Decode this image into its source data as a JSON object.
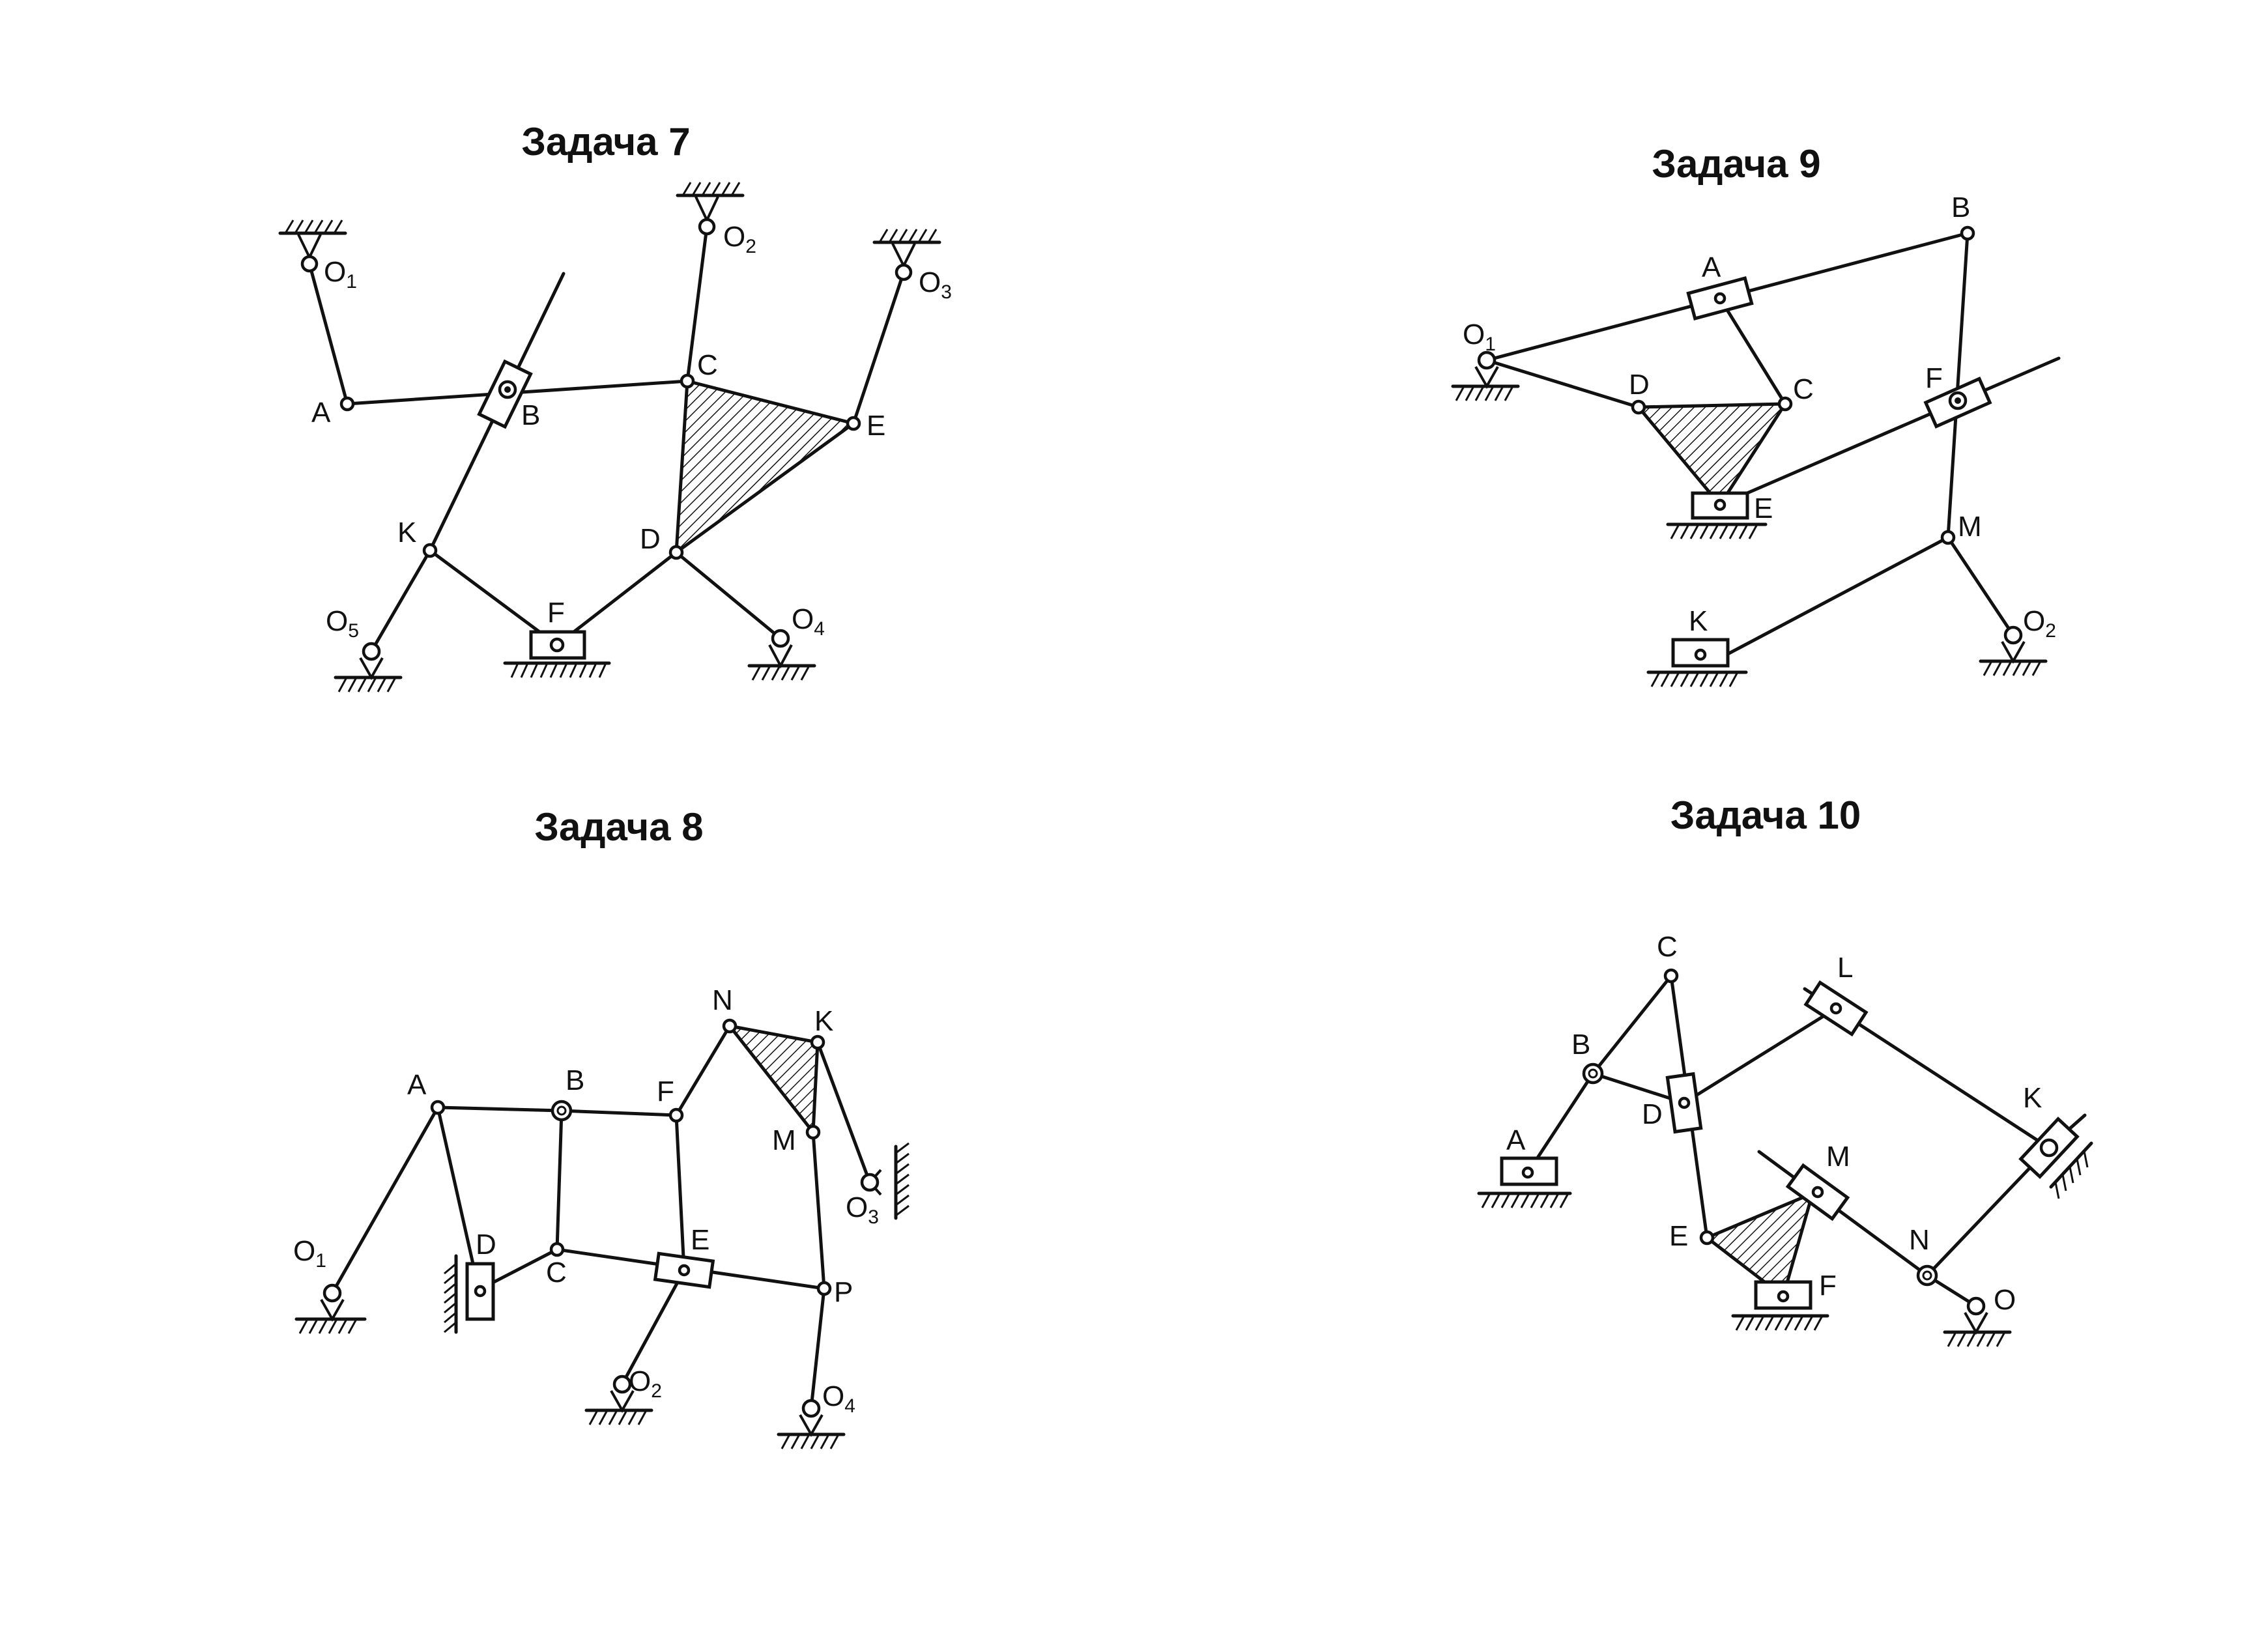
{
  "problems": [
    {
      "title": "Задача 7",
      "labels": {
        "O1": "O",
        "O1_sub": "1",
        "O2": "O",
        "O2_sub": "2",
        "O3": "O",
        "O3_sub": "3",
        "O4": "O",
        "O4_sub": "4",
        "O5": "O",
        "O5_sub": "5",
        "A": "A",
        "B": "B",
        "C": "C",
        "D": "D",
        "E": "E",
        "F": "F",
        "K": "K"
      }
    },
    {
      "title": "Задача 8",
      "labels": {
        "O1": "O",
        "O1_sub": "1",
        "O2": "O",
        "O2_sub": "2",
        "O3": "O",
        "O3_sub": "3",
        "O4": "O",
        "O4_sub": "4",
        "A": "A",
        "B": "B",
        "C": "C",
        "D": "D",
        "E": "E",
        "F": "F",
        "N": "N",
        "K": "K",
        "M": "M",
        "P": "P"
      }
    },
    {
      "title": "Задача 9",
      "labels": {
        "O1": "O",
        "O1_sub": "1",
        "O2": "O",
        "O2_sub": "2",
        "A": "A",
        "B": "B",
        "C": "C",
        "D": "D",
        "E": "E",
        "F": "F",
        "M": "M",
        "K": "K"
      }
    },
    {
      "title": "Задача 10",
      "labels": {
        "A": "A",
        "B": "B",
        "C": "C",
        "D": "D",
        "E": "E",
        "F": "F",
        "L": "L",
        "K": "K",
        "M": "M",
        "N": "N",
        "O": "O"
      }
    }
  ]
}
